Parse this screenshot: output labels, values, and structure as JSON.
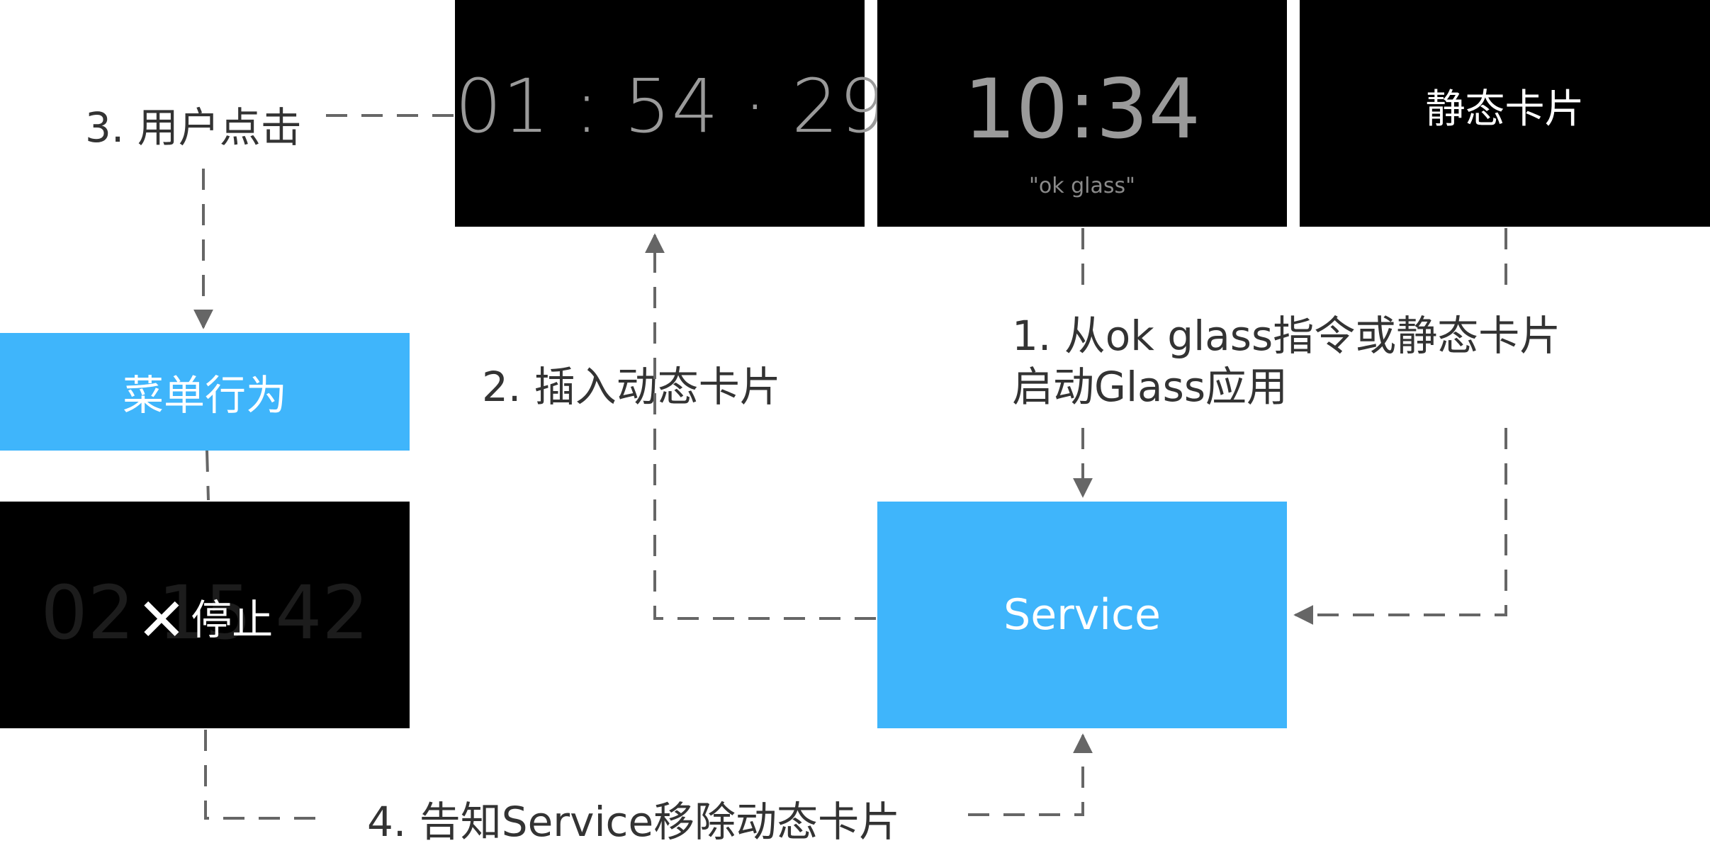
{
  "cards": {
    "timer": {
      "text": "01 : 54 · 29"
    },
    "clock": {
      "time": "10:34",
      "hint": "\"ok glass\""
    },
    "static": {
      "label": "静态卡片"
    },
    "menu_timer": {
      "ghost_text": "02   15   42",
      "stop_icon": "✕",
      "stop_label": "停止"
    }
  },
  "nodes": {
    "menu_action": "菜单行为",
    "service": "Service"
  },
  "steps": {
    "step1_line1": "1. 从ok glass指令或静态卡片",
    "step1_line2": "启动Glass应用",
    "step2": "2. 插入动态卡片",
    "step3": "3. 用户点击",
    "step4": "4. 告知Service移除动态卡片"
  },
  "colors": {
    "accent_blue": "#3fb5fb",
    "card_black": "#000000",
    "connector_gray": "#666666"
  }
}
